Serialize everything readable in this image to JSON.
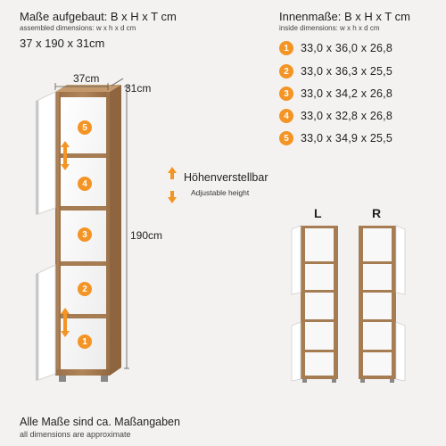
{
  "assembled": {
    "title": "Maße aufgebaut: B x H x T cm",
    "subtitle": "assembled dimensions: w x h x d cm",
    "value": "37 x 190 x 31cm"
  },
  "inside": {
    "title": "Innenmaße: B x H x T cm",
    "subtitle": "inside dimensions: w x h x d cm",
    "rows": [
      {
        "num": "1",
        "value": "33,0 x 36,0 x 26,8"
      },
      {
        "num": "2",
        "value": "33,0 x 36,3 x 25,5"
      },
      {
        "num": "3",
        "value": "33,0 x 34,2 x 26,8"
      },
      {
        "num": "4",
        "value": "33,0 x 32,8 x 26,8"
      },
      {
        "num": "5",
        "value": "33,0 x 34,9 x 25,5"
      }
    ]
  },
  "dimensions": {
    "width": "37cm",
    "depth": "31cm",
    "height": "190cm"
  },
  "cabinet_numbers": [
    "5",
    "4",
    "3",
    "2",
    "1"
  ],
  "legend": {
    "title": "Höhenverstellbar",
    "subtitle": "Adjustable height",
    "arrow_icon": "up-down-arrow-icon"
  },
  "variants": {
    "left_label": "L",
    "right_label": "R"
  },
  "footer": {
    "title": "Alle Maße sind ca. Maßangaben",
    "subtitle": "all dimensions are approximate"
  },
  "colors": {
    "accent": "#f39425",
    "oak": "#a67c52",
    "white": "#ffffff"
  }
}
